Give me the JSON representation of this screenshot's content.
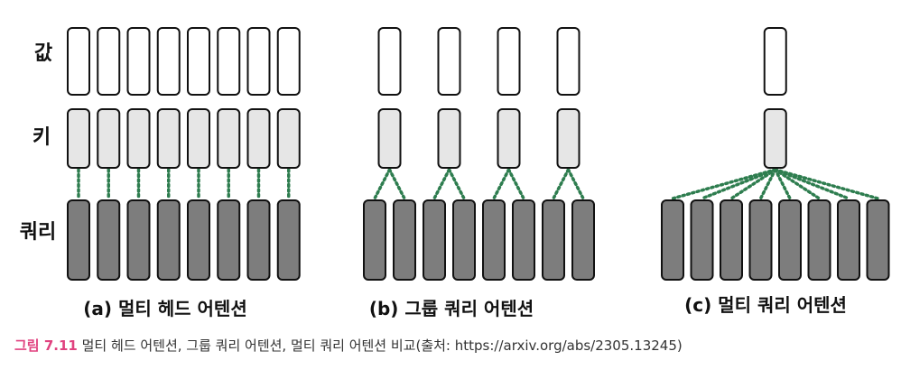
{
  "row_labels": {
    "values": "값",
    "keys": "키",
    "queries": "쿼리"
  },
  "panels": [
    {
      "id": "mha",
      "title": "(a) 멀티 헤드 어텐션",
      "query_heads": 8,
      "kv_heads": 8
    },
    {
      "id": "gqa",
      "title": "(b) 그룹 쿼리 어텐션",
      "query_heads": 8,
      "kv_heads": 4
    },
    {
      "id": "mqa",
      "title": "(c) 멀티 쿼리 어텐션",
      "query_heads": 8,
      "kv_heads": 1
    }
  ],
  "caption": {
    "figure_label": "그림 7.11",
    "text": " 멀티 헤드 어텐션, 그룹 쿼리 어텐션, 멀티 쿼리 어텐션 비교(출처: https://arxiv.org/abs/2305.13245)"
  },
  "colors": {
    "value_fill": "#ffffff",
    "key_fill": "#e6e6e6",
    "query_fill": "#7d7d7d",
    "outline": "#111111",
    "connector": "#2e7d4f",
    "caption_accent": "#e0427f"
  }
}
